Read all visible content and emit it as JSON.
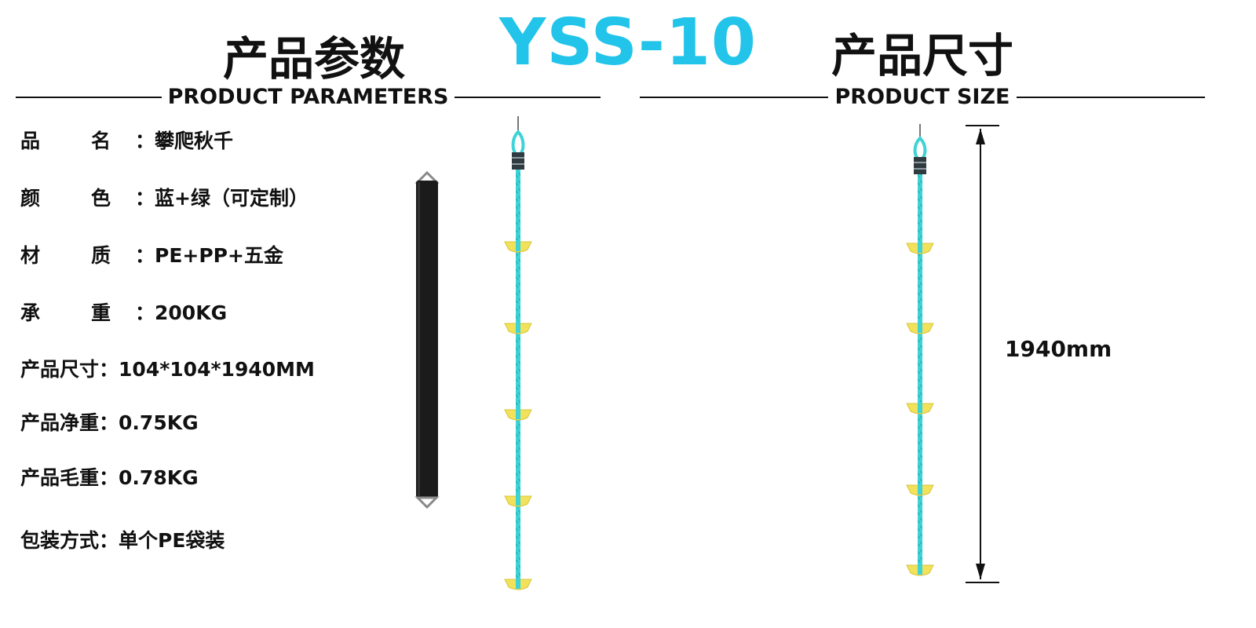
{
  "header": {
    "model": "YSS-10",
    "left_title_cn": "产品参数",
    "left_title_en": "PRODUCT PARAMETERS",
    "right_title_cn": "产品尺寸",
    "right_title_en": "PRODUCT SIZE"
  },
  "params": [
    {
      "label_a": "品",
      "label_b": "名",
      "colon": "：",
      "value": "攀爬秋千"
    },
    {
      "label_a": "颜",
      "label_b": "色",
      "colon": "：",
      "value": "蓝+绿（可定制）"
    },
    {
      "label_a": "材",
      "label_b": "质",
      "colon": "：",
      "value": "PE+PP+五金"
    },
    {
      "label_a": "承",
      "label_b": "重",
      "colon": "：",
      "value": "200KG"
    },
    {
      "label": "产品尺寸",
      "colon": "：",
      "value": "104*104*1940MM"
    },
    {
      "label": "产品净重",
      "colon": "：",
      "value": "0.75KG"
    },
    {
      "label": "产品毛重",
      "colon": "：",
      "value": "0.78KG"
    },
    {
      "label": "包装方式",
      "colon": "：",
      "value": "单个PE袋装"
    }
  ],
  "dimension": {
    "length_label": "1940mm"
  },
  "colors": {
    "model": "#22c4ea",
    "rope": "#3ed3d6",
    "step": "#f2e15a",
    "strap": "#1b1b1b"
  },
  "images": {
    "strap": "black-strap-with-d-rings",
    "ladder": "rope-ladder-with-yellow-steps"
  }
}
